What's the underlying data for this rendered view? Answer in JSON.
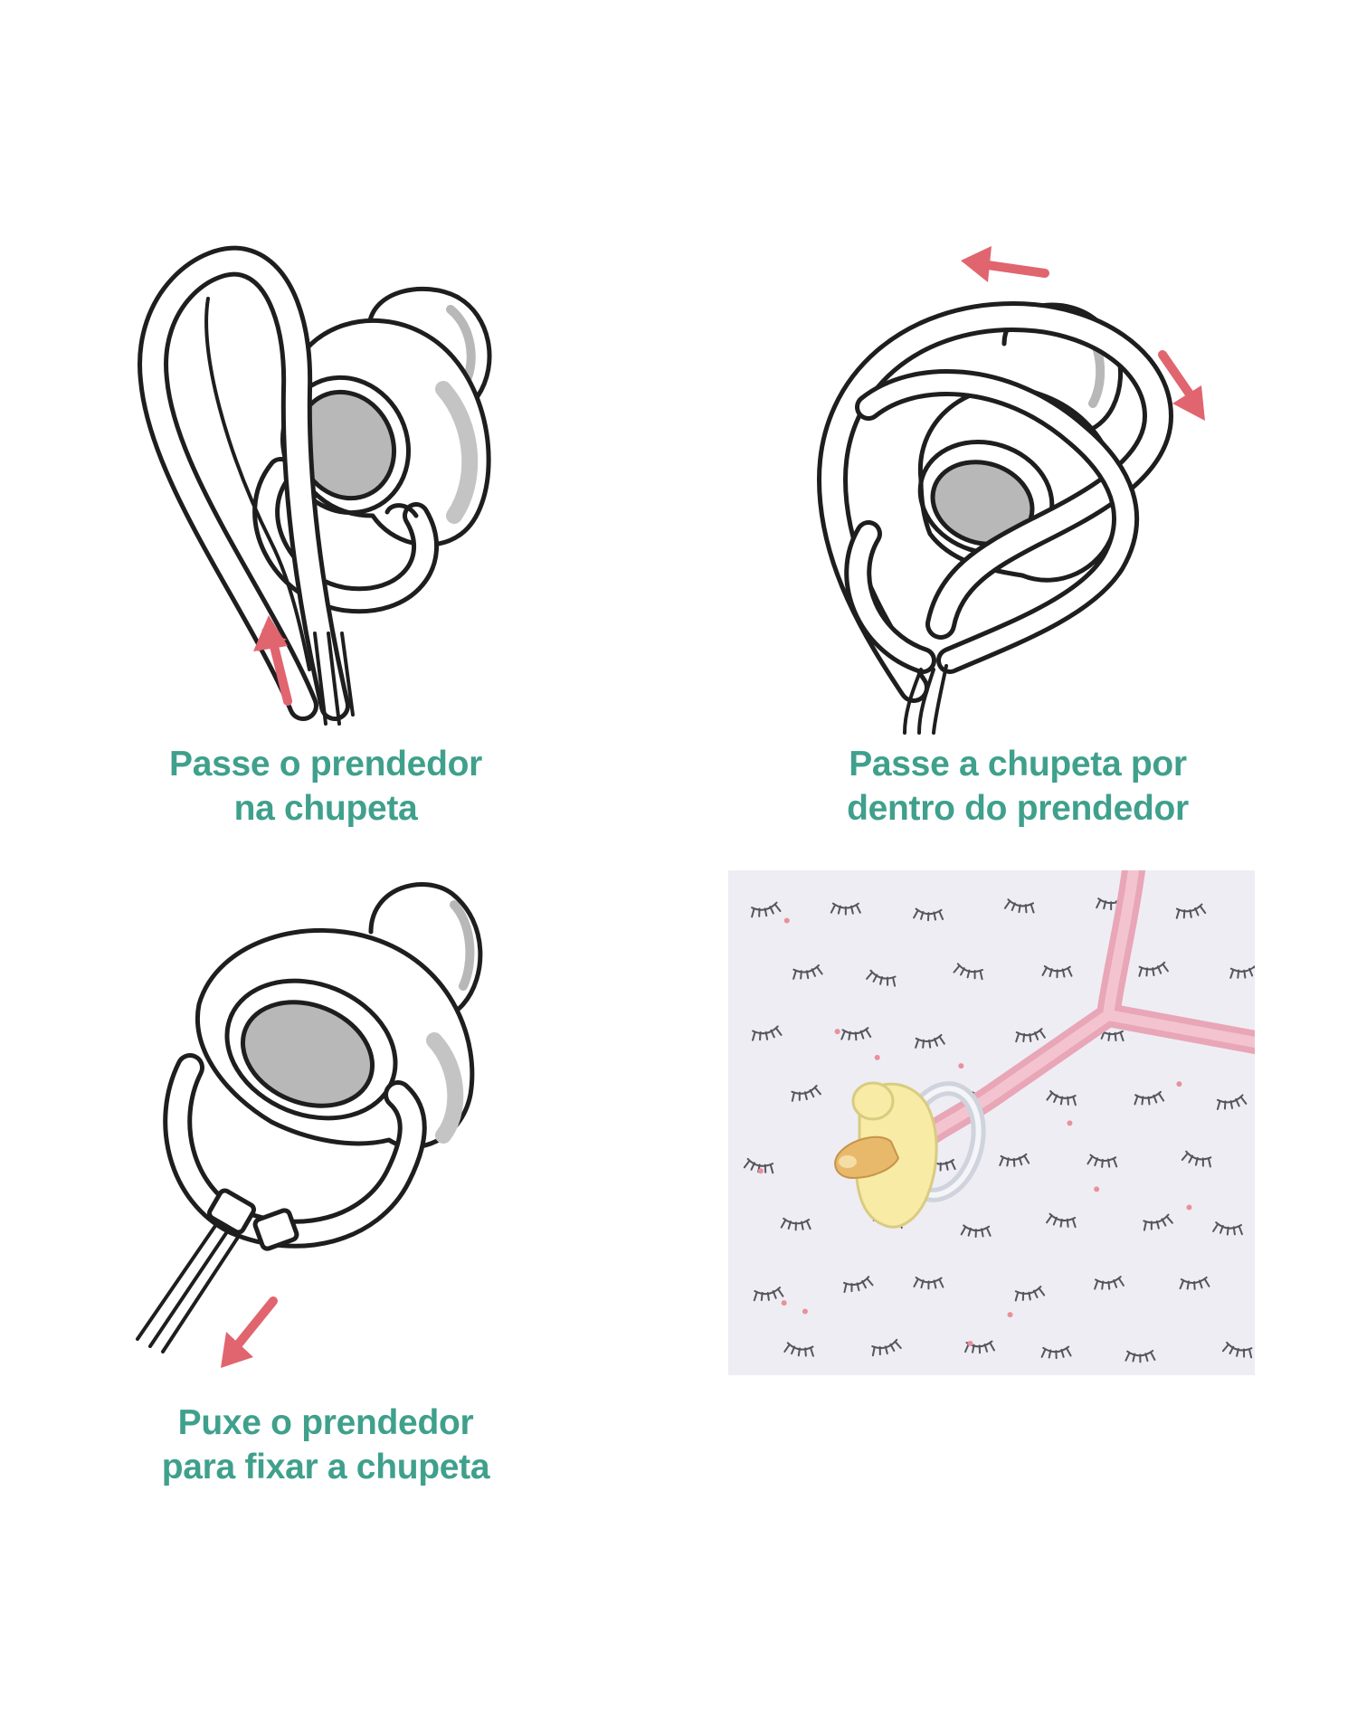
{
  "colors": {
    "caption": "#3fa08c",
    "arrow": "#e0656f",
    "outline": "#1e1e1e",
    "nipple": "#b8b8b8",
    "fabric": "#eeedf4",
    "strap": "#f0b9c6",
    "pacifier_photo": "#f7eba5"
  },
  "steps": [
    {
      "caption_line1": "Passe o prendedor",
      "caption_line2": "na chupeta"
    },
    {
      "caption_line1": "Passe a chupeta por",
      "caption_line2": "dentro do prendedor"
    },
    {
      "caption_line1": "Puxe o prendedor",
      "caption_line2": "para fixar a chupeta"
    }
  ],
  "arrows": [
    {
      "step": 1,
      "direction": "up"
    },
    {
      "step": 2,
      "direction": "left"
    },
    {
      "step": 2,
      "direction": "down-right"
    },
    {
      "step": 3,
      "direction": "down-left"
    }
  ]
}
